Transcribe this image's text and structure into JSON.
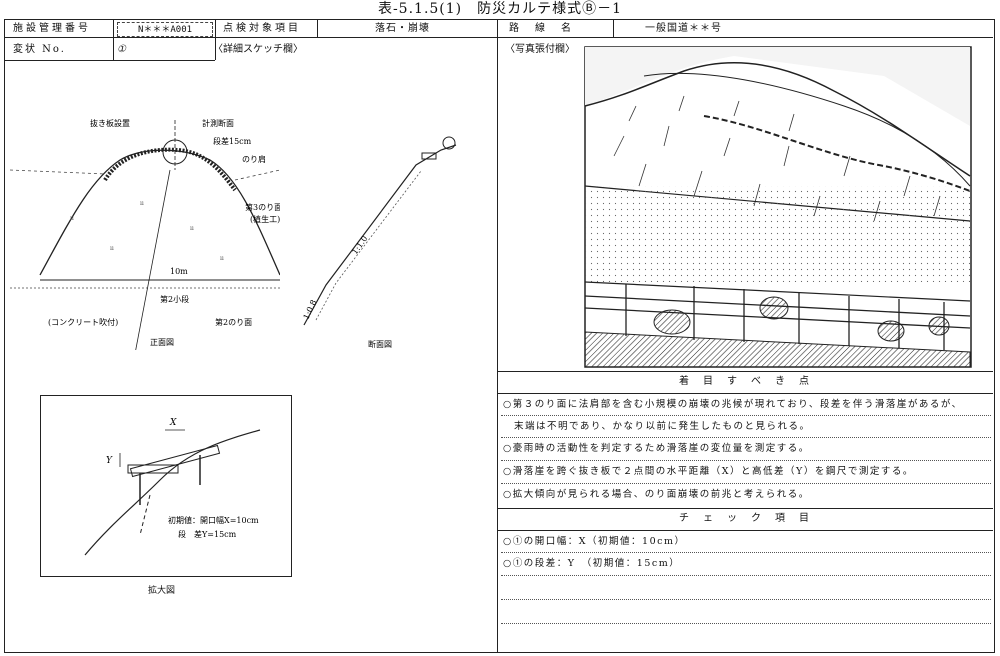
{
  "title": "表-5.1.5(1)　防災カルテ様式Ⓑ－1",
  "header": {
    "facility_label": "施設管理番号",
    "facility_value": "N＊＊＊A001",
    "item_label": "点検対象項目",
    "item_value": "落石・崩壊",
    "route_label": "路　線　名",
    "route_value": "一般国道＊＊号",
    "variant_label": "変状 No.",
    "variant_value": "①",
    "sketch_label": "〈詳細スケッチ欄〉",
    "photo_label": "〈写真張付欄〉"
  },
  "sketch": {
    "plank": "抜き板設置",
    "section": "計測断面",
    "step": "段差15cm",
    "shoulder": "のり肩",
    "third_slope_1": "第3のり面",
    "third_slope_2": "(植生工)",
    "width": "10m",
    "berm": "第2小段",
    "concrete": "(コンクリート吹付)",
    "second_slope": "第2のり面",
    "front_view": "正面図",
    "section_view": "断面図",
    "ratio_1": "1:1.0",
    "ratio_2": "1:0.8",
    "x_label": "X",
    "y_label": "Y",
    "initial_1": "初期値：開口幅X=10cm",
    "initial_2": "段　差Y=15cm",
    "zoom_view": "拡大図"
  },
  "notes": {
    "heading": "着　目　す　べ　き　点",
    "lines": [
      "○第３のり面に法肩部を含む小規模の崩壊の兆候が現れており、段差を伴う滑落崖があるが、",
      "　末端は不明であり、かなり以前に発生したものと見られる。",
      "○豪雨時の活動性を判定するため滑落崖の変位量を測定する。",
      "○滑落崖を跨ぐ抜き板で２点間の水平距離（X）と高低差（Y）を鋼尺で測定する。",
      "○拡大傾向が見られる場合、のり面崩壊の前兆と考えられる。"
    ]
  },
  "check": {
    "heading": "チ　ェ　ッ　ク　項　目",
    "lines": [
      "○①の開口幅：X（初期値：10cm）",
      "○①の段差：Y　（初期値：15cm）"
    ]
  }
}
